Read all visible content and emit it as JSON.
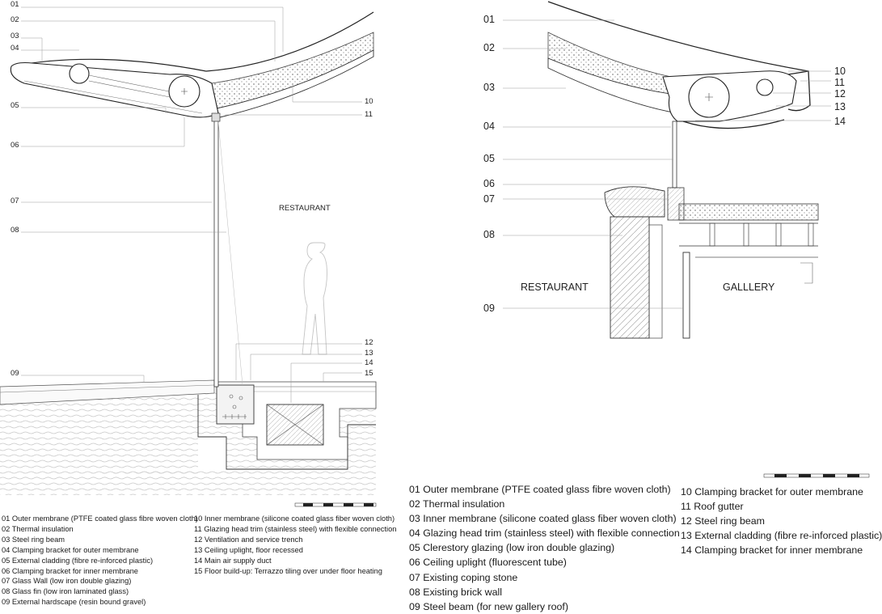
{
  "left_detail": {
    "callouts": [
      "01",
      "02",
      "03",
      "04",
      "05",
      "06",
      "07",
      "08",
      "09",
      "10",
      "11",
      "12",
      "13",
      "14",
      "15"
    ],
    "room_label": "RESTAURANT",
    "legend_col1": [
      "01 Outer membrane (PTFE coated glass fibre woven cloth)",
      "02 Thermal insulation",
      "03 Steel ring beam",
      "04 Clamping bracket for outer membrane",
      "05 External cladding (fibre re-inforced plastic)",
      "06 Clamping bracket for inner membrane",
      "07 Glass Wall (low iron double glazing)",
      "08 Glass fin (low iron laminated glass)",
      "09 External hardscape (resin bound gravel)"
    ],
    "legend_col2": [
      "10 Inner membrane (silicone coated glass fiber woven cloth)",
      "11 Glazing head trim (stainless steel) with flexible connection",
      "12 Ventilation and service trench",
      "13 Ceiling uplight, floor recessed",
      "14 Main air supply duct",
      "15 Floor build-up: Terrazzo tiling over under floor heating"
    ]
  },
  "right_detail": {
    "callouts": [
      "01",
      "02",
      "03",
      "04",
      "05",
      "06",
      "07",
      "08",
      "09",
      "10",
      "11",
      "12",
      "13",
      "14"
    ],
    "room_left": "RESTAURANT",
    "room_right": "GALLLERY",
    "legend_col1": [
      "01 Outer membrane (PTFE coated glass fibre woven cloth)",
      "02 Thermal insulation",
      "03 Inner membrane (silicone coated glass fiber woven cloth)",
      "04 Glazing head trim (stainless steel) with flexible connection",
      "05 Clerestory glazing (low iron double glazing)",
      "06 Ceiling uplight (fluorescent tube)",
      "07 Existing coping stone",
      "08 Existing brick wall",
      "09 Steel beam (for new gallery roof)"
    ],
    "legend_col2": [
      "10 Clamping bracket for outer membrane",
      "11 Roof gutter",
      "12 Steel ring beam",
      "13 External cladding (fibre re-inforced plastic)",
      "14 Clamping bracket for inner membrane"
    ]
  }
}
